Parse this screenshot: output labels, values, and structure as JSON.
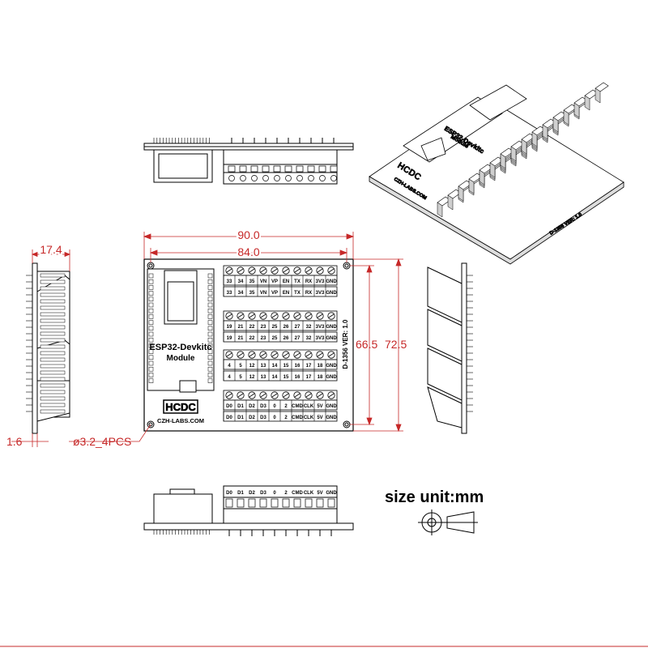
{
  "dimensions": {
    "width_outer": "90.0",
    "width_holes": "84.0",
    "height_holes": "66.5",
    "height_outer": "72.5",
    "depth": "17.4",
    "thickness": "1.6",
    "hole_spec": "ø3.2_4PCS"
  },
  "board": {
    "module_line1": "ESP32-Devkitc",
    "module_line2": "Module",
    "brand": "HCDC",
    "website": "CZH-LABS.COM",
    "version": "D-1356 VER: 1.0"
  },
  "terminal_rows": [
    [
      "33",
      "34",
      "35",
      "VN",
      "VP",
      "EN",
      "TX",
      "RX",
      "3V3",
      "GND"
    ],
    [
      "19",
      "21",
      "22",
      "23",
      "25",
      "26",
      "27",
      "32",
      "3V3",
      "GND"
    ],
    [
      "4",
      "5",
      "12",
      "13",
      "14",
      "15",
      "16",
      "17",
      "18",
      "GND"
    ],
    [
      "D0",
      "D1",
      "D2",
      "D3",
      "0",
      "2",
      "CMD",
      "CLK",
      "5V",
      "GND"
    ]
  ],
  "legend": {
    "size_unit": "size unit:mm"
  },
  "icons": [
    "projection-symbol-icon"
  ]
}
